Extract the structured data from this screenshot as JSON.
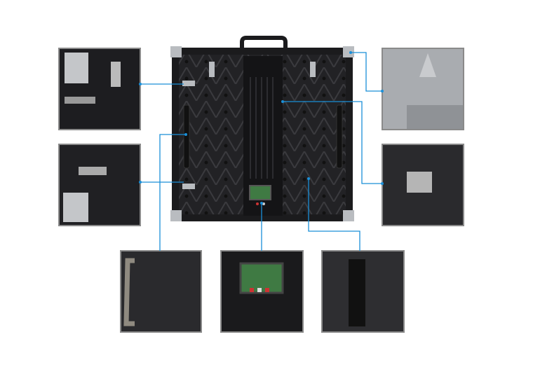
{
  "colors": {
    "callout_line": "#1a8fd8",
    "photo_border": "#8a8a8a",
    "cabinet": "#1b1b1d",
    "cabinet_panel": "#2a2a2c",
    "metal": "#b9bcc0",
    "background": "#ffffff"
  },
  "details": [
    {
      "icon": "corner-lock-photo"
    },
    {
      "icon": "side-lock-photo"
    },
    {
      "icon": "handle-photo"
    },
    {
      "icon": "control-box-photo"
    },
    {
      "icon": "connector-photo"
    },
    {
      "icon": "locating-pin-photo"
    },
    {
      "icon": "latch-photo"
    }
  ]
}
